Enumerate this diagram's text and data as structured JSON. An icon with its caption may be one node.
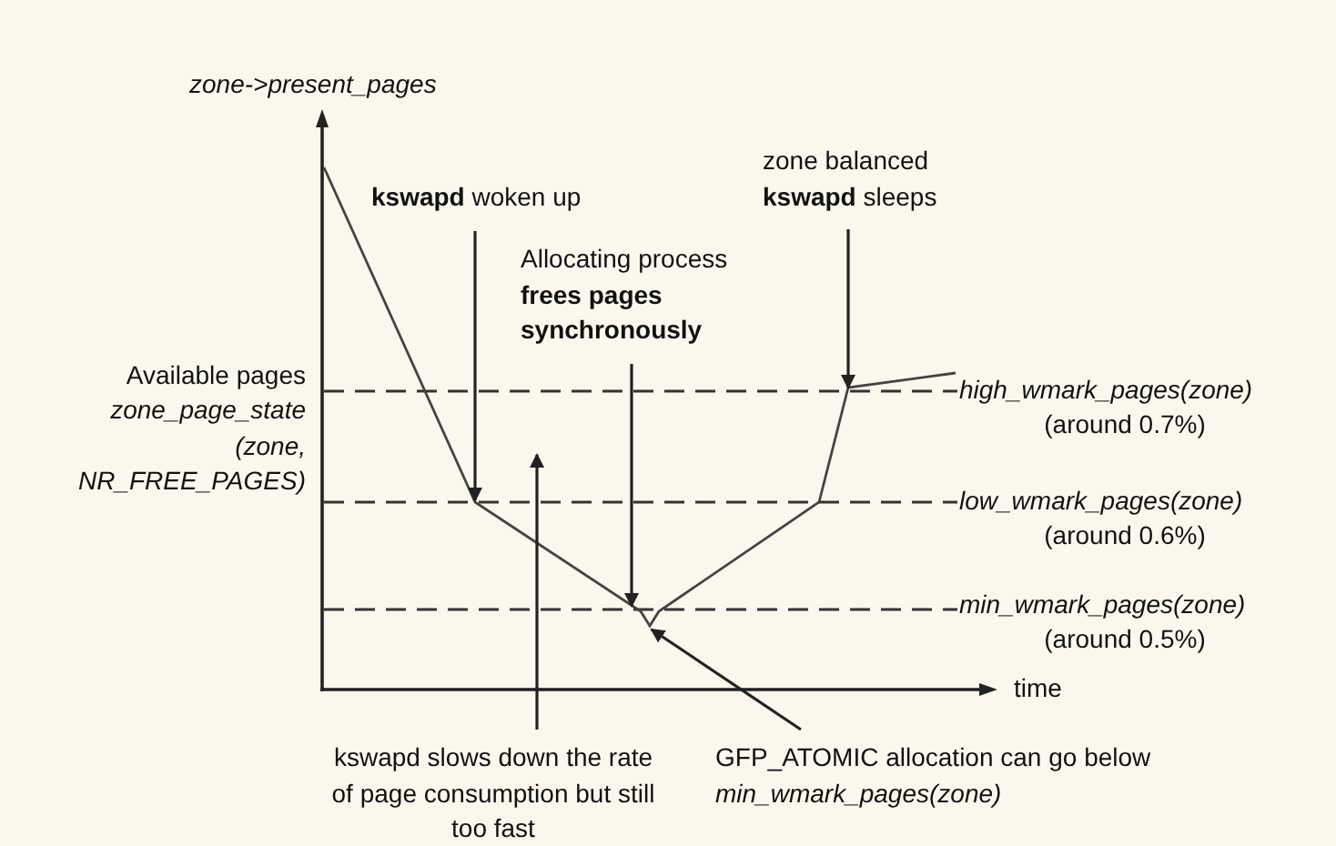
{
  "diagram": {
    "nodes": [
      {
        "text": [
          "**kswapd** woken up"
        ]
      },
      {
        "text": [
          "Allocating process **frees pages synchronously**"
        ]
      },
      {
        "text": [
          "zone balanced **kswapd** sleeps"
        ]
      },
      {
        "text": [
          "kswapd slows down the rate of page consumption but still too fast"
        ]
      },
      {
        "text": [
          "GFP_ATOMIC allocation can go below *min_wmark_pages(zone)*"
        ]
      }
    ],
    "edges": [
      {
        "from": 0,
        "to": null,
        "arrow": "to"
      },
      {
        "from": 1,
        "to": null,
        "arrow": "to"
      },
      {
        "from": 2,
        "to": null,
        "arrow": "to"
      },
      {
        "from": 3,
        "to": null,
        "arrow": "to"
      },
      {
        "from": 4,
        "to": null,
        "arrow": "to"
      }
    ],
    "labels": [
      "zone->present_pages",
      "Available pages",
      "zone_page_state (zone, NR_FREE_PAGES)",
      "high_wmark_pages(zone)",
      "(around 0.7%)",
      "low_wmark_pages(zone)",
      "(around 0.6%)",
      "min_wmark_pages(zone)",
      "(around 0.5%)",
      "time"
    ]
  }
}
